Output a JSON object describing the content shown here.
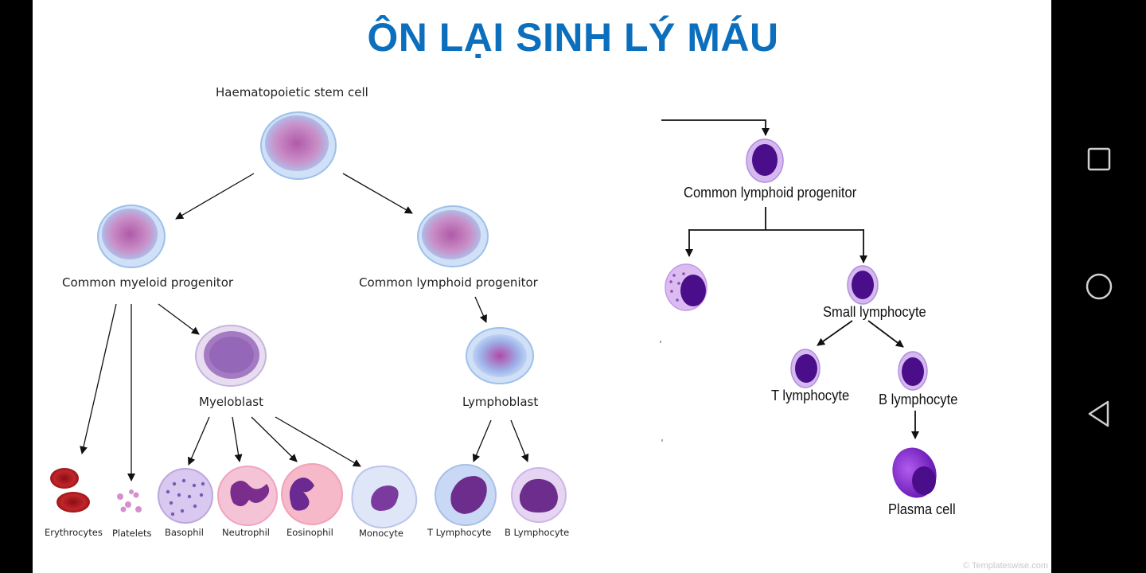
{
  "title": "ÔN LẠI SINH LÝ MÁU",
  "left_diagram": {
    "stem_cell": "Haematopoietic stem cell",
    "myeloid_progenitor": "Common myeloid progenitor",
    "lymphoid_progenitor": "Common lymphoid progenitor",
    "myeloblast": "Myeloblast",
    "lymphoblast": "Lymphoblast",
    "cells": [
      "Erythrocytes",
      "Platelets",
      "Basophil",
      "Neutrophil",
      "Eosinophil",
      "Monocyte",
      "T Lymphocyte",
      "B Lymphocyte"
    ]
  },
  "right_diagram": {
    "lymphoid_progenitor": "Common lymphoid progenitor",
    "small_lymphocyte": "Small lymphocyte",
    "t_lymphocyte": "T lymphocyte",
    "b_lymphocyte": "B lymphocyte",
    "plasma_cell": "Plasma cell"
  },
  "footer": "© Templateswise.com",
  "nav": {
    "icons": [
      "recent-apps-icon",
      "home-icon",
      "back-icon"
    ]
  },
  "colors": {
    "title": "#0b6fbd",
    "background": "#ffffff",
    "nav_bar": "#000000"
  }
}
